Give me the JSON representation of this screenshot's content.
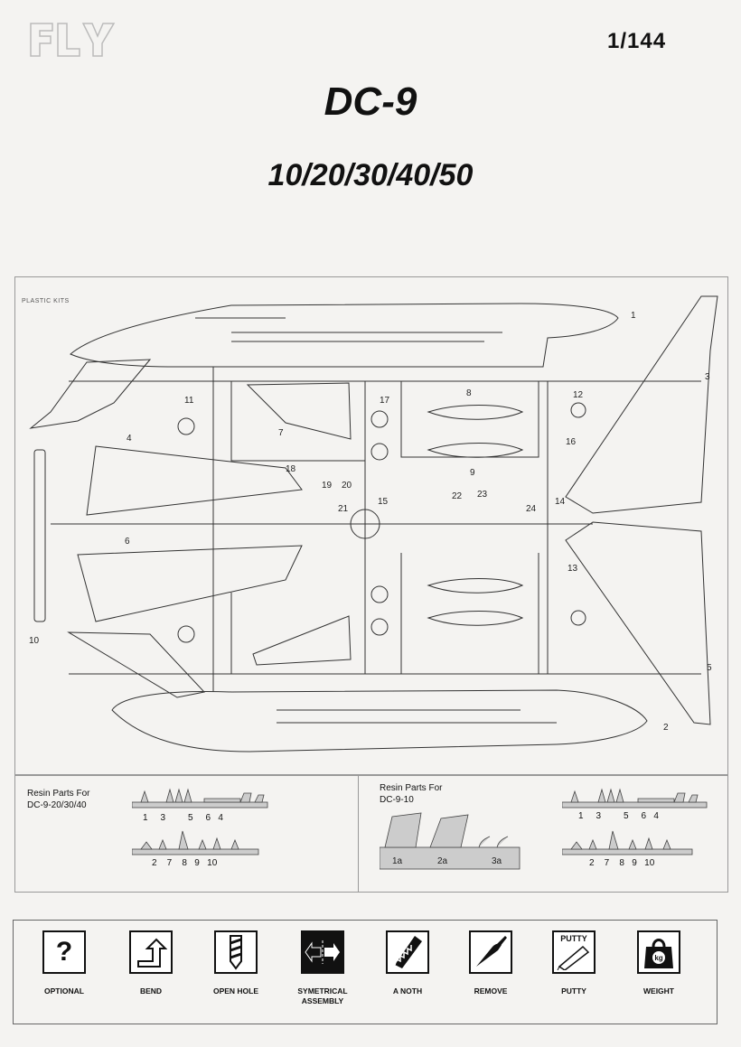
{
  "header": {
    "brand": "FLY",
    "scale": "1/144",
    "title": "DC-9",
    "subtitle": "10/20/30/40/50"
  },
  "sprue": {
    "label": "PLASTIC KITS",
    "part_numbers": [
      "1",
      "3",
      "11",
      "4",
      "7",
      "8",
      "12",
      "17",
      "16",
      "9",
      "18",
      "19",
      "20",
      "21",
      "15",
      "22",
      "23",
      "24",
      "14",
      "6",
      "13",
      "10",
      "2",
      "5"
    ]
  },
  "resin_sets": [
    {
      "title_line1": "Resin Parts For",
      "title_line2": "DC-9-20/30/40",
      "row1": "1     3         5     6   4",
      "row2": "2    7    8   9   10"
    },
    {
      "title_line1": "Resin Parts For",
      "title_line2": "DC-9-10",
      "parts": [
        "1a",
        "2a",
        "3a"
      ],
      "row1": "1     3         5     6   4",
      "row2": "2    7    8   9   10"
    }
  ],
  "legend": [
    {
      "label": "OPTIONAL",
      "icon": "question-mark-icon",
      "glyph": "?"
    },
    {
      "label": "BEND",
      "icon": "bend-arrow-icon"
    },
    {
      "label": "OPEN HOLE",
      "icon": "drill-icon"
    },
    {
      "label": "SYMETRICAL ASSEMBLY",
      "icon": "symmetry-arrows-icon"
    },
    {
      "label": "A NOTH",
      "icon": "saw-icon"
    },
    {
      "label": "REMOVE",
      "icon": "knife-icon"
    },
    {
      "label": "PUTTY",
      "icon": "putty-tube-icon",
      "glyph": "PUTTY"
    },
    {
      "label": "WEIGHT",
      "icon": "weight-icon",
      "glyph": "kg"
    }
  ]
}
